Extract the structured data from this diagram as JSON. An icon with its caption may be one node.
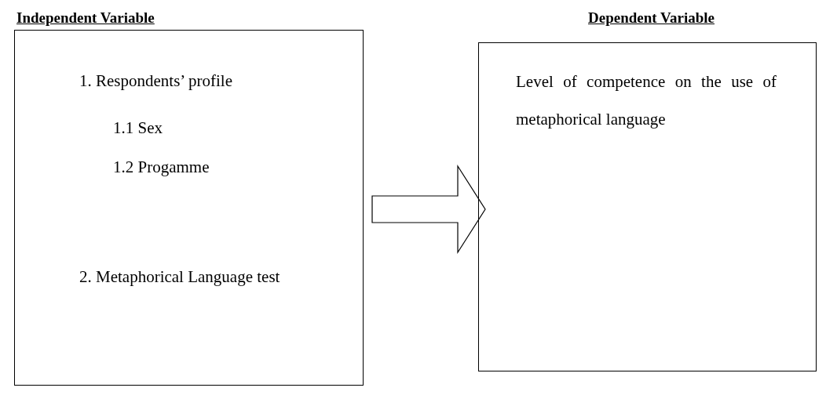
{
  "diagram": {
    "nodes": [
      {
        "text": [
          "Independent Variable",
          "1. Respondents’ profile",
          "1.1 Sex",
          "1.2 Progamme",
          "2. Metaphorical Language test"
        ]
      },
      {
        "text": [
          "Dependent Variable",
          "Level of competence on the use of metaphorical language"
        ]
      }
    ],
    "edges": [
      {
        "from": 0,
        "to": 1,
        "arrow": "to"
      }
    ]
  }
}
